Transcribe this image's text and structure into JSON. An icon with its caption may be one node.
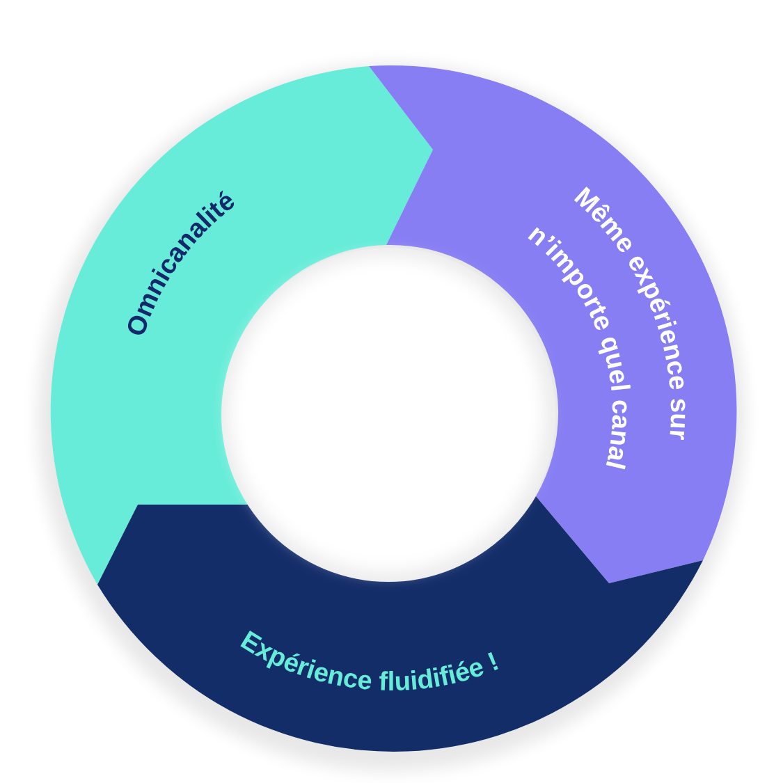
{
  "diagram": {
    "nodes": [
      {
        "text": [
          "Omnicanalité"
        ]
      },
      {
        "text": [
          "Même expérience sur",
          "n’importe quel canal"
        ]
      },
      {
        "text": [
          "Expérience fluidifiée !"
        ]
      }
    ]
  }
}
